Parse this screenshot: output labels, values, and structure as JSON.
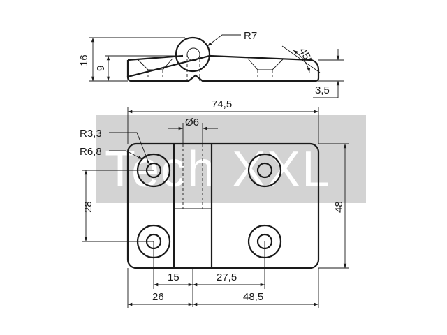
{
  "watermark": {
    "text": "Tech XXL",
    "color": "#d3d3d3"
  },
  "side_view": {
    "radius_label": "R7",
    "angle_label": "45°",
    "height_total": "16",
    "height_plate": "9",
    "thickness": "3,5"
  },
  "top_view": {
    "overall_width": "74,5",
    "pin_diameter": "Ø6",
    "hole_radius": "R3,3",
    "counterbore_radius": "R6,8",
    "hole_pitch_vertical": "28",
    "overall_height": "48",
    "offset_15": "15",
    "offset_27_5": "27,5",
    "left_leaf": "26",
    "right_leaf": "48,5"
  }
}
